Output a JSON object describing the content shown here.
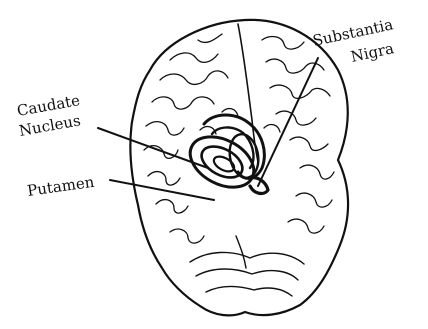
{
  "labels": {
    "substantia": "Substantia",
    "nigra": "Nigra",
    "caudate": "Caudate",
    "nucleus": "Nucleus",
    "putamen": "Putamen"
  },
  "colors": {
    "ink": "#111111",
    "background": "#ffffff"
  }
}
